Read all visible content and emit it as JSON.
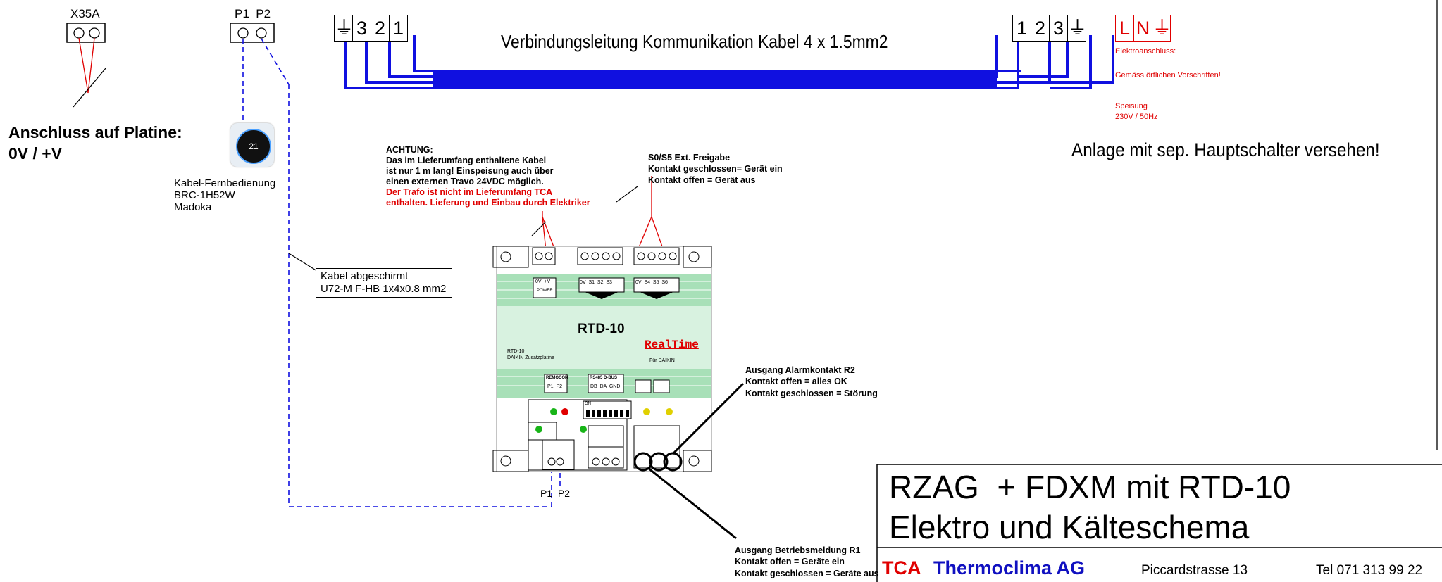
{
  "x35a": {
    "label": "X35A"
  },
  "p1p2_top": {
    "label": "P1  P2"
  },
  "platine": {
    "line1": "Anschluss auf Platine:",
    "line2": "0V / +V"
  },
  "remote": {
    "display": "21",
    "line1": "Kabel-Fernbedienung",
    "line2": "BRC-1H52W",
    "line3": "Madoka"
  },
  "left_terminal": {
    "cells": [
      "⏚",
      "3",
      "2",
      "1"
    ]
  },
  "right_terminal": {
    "cells": [
      "1",
      "2",
      "3",
      "⏚"
    ]
  },
  "power_terminal": {
    "cells": [
      "L",
      "N",
      "⏚"
    ]
  },
  "cable_title": "Verbindungsleitung Kommunikation Kabel 4 x 1.5mm2",
  "power_info": {
    "line1": "Elektroanschluss:",
    "line2": "Gemäss örtlichen Vorschriften!",
    "line3": "Speisung",
    "line4": "230V / 50Hz"
  },
  "main_switch": "Anlage mit sep. Hauptschalter versehen!",
  "achtung": {
    "line1": "ACHTUNG:",
    "line2": "Das im Lieferumfang enthaltene Kabel",
    "line3": "ist nur 1 m lang! Einspeisung auch über",
    "line4": "einen externen Travo 24VDC möglich.",
    "line5": "Der Trafo ist nicht im Lieferumfang TCA",
    "line6": "enthalten. Lieferung und Einbau durch Elektriker"
  },
  "s0s5": {
    "line1": "S0/S5 Ext. Freigabe",
    "line2": "Kontakt geschlossen= Gerät ein",
    "line3": "Kontakt offen = Gerät aus"
  },
  "shielded_cable": {
    "line1": "Kabel abgeschirmt",
    "line2": "U72-M F-HB 1x4x0.8 mm2"
  },
  "board": {
    "title": "RTD-10",
    "sub1": "RTD-10",
    "sub2": "DAIKIN Zusatzplatine",
    "brand": "RealTime",
    "for": "Für DAIKIN",
    "power": "0V  +V",
    "power_tag": "POWER",
    "s_labels": "0V  S1  S2  S3",
    "s_labels2": "0V  S4  S5  S6",
    "remocon": "REMOCON",
    "remocon_pins": "P1  P2",
    "rs485": "RS485 D-BUS",
    "rs485_pins": "DB  DA  GND",
    "on": "ON",
    "p1p2": "P1  P2"
  },
  "alarm": {
    "line1": "Ausgang Alarmkontakt R2",
    "line2": "Kontakt offen = alles OK",
    "line3": "Kontakt geschlossen = Störung"
  },
  "betrieb": {
    "line1": "Ausgang Betriebsmeldung  R1",
    "line2": "Kontakt offen = Geräte ein",
    "line3": "Kontakt geschlossen = Geräte aus"
  },
  "title_block": {
    "line1": "RZAG  + FDXM mit RTD-10",
    "line2": "Elektro und Kälteschema",
    "company_tca": "TCA",
    "company_name": "Thermoclima AG",
    "street": "Piccardstrasse 13",
    "tel": "Tel 071 313 99 22"
  },
  "colors": {
    "wire_blue": "#1010e0",
    "red": "#e00000",
    "board_green": "#a8e0b8",
    "board_light": "#d8f2e0"
  }
}
